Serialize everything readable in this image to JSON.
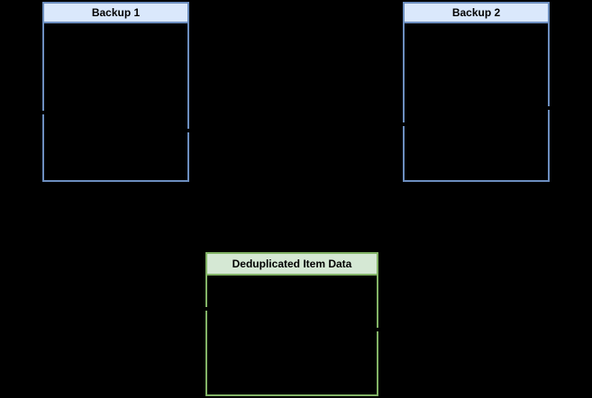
{
  "diagram": {
    "background_color": "#000000",
    "nodes": [
      {
        "title": "Backup 1",
        "header_fill": "#dae8fc",
        "border_color": "#6c8ebf",
        "body_fill": "#000000"
      },
      {
        "title": "Backup 2",
        "header_fill": "#dae8fc",
        "border_color": "#6c8ebf",
        "body_fill": "#000000"
      },
      {
        "title": "Deduplicated Item Data",
        "header_fill": "#d5e8d4",
        "border_color": "#82b366",
        "body_fill": "#000000"
      }
    ],
    "connector_endpoints_count": 6
  }
}
